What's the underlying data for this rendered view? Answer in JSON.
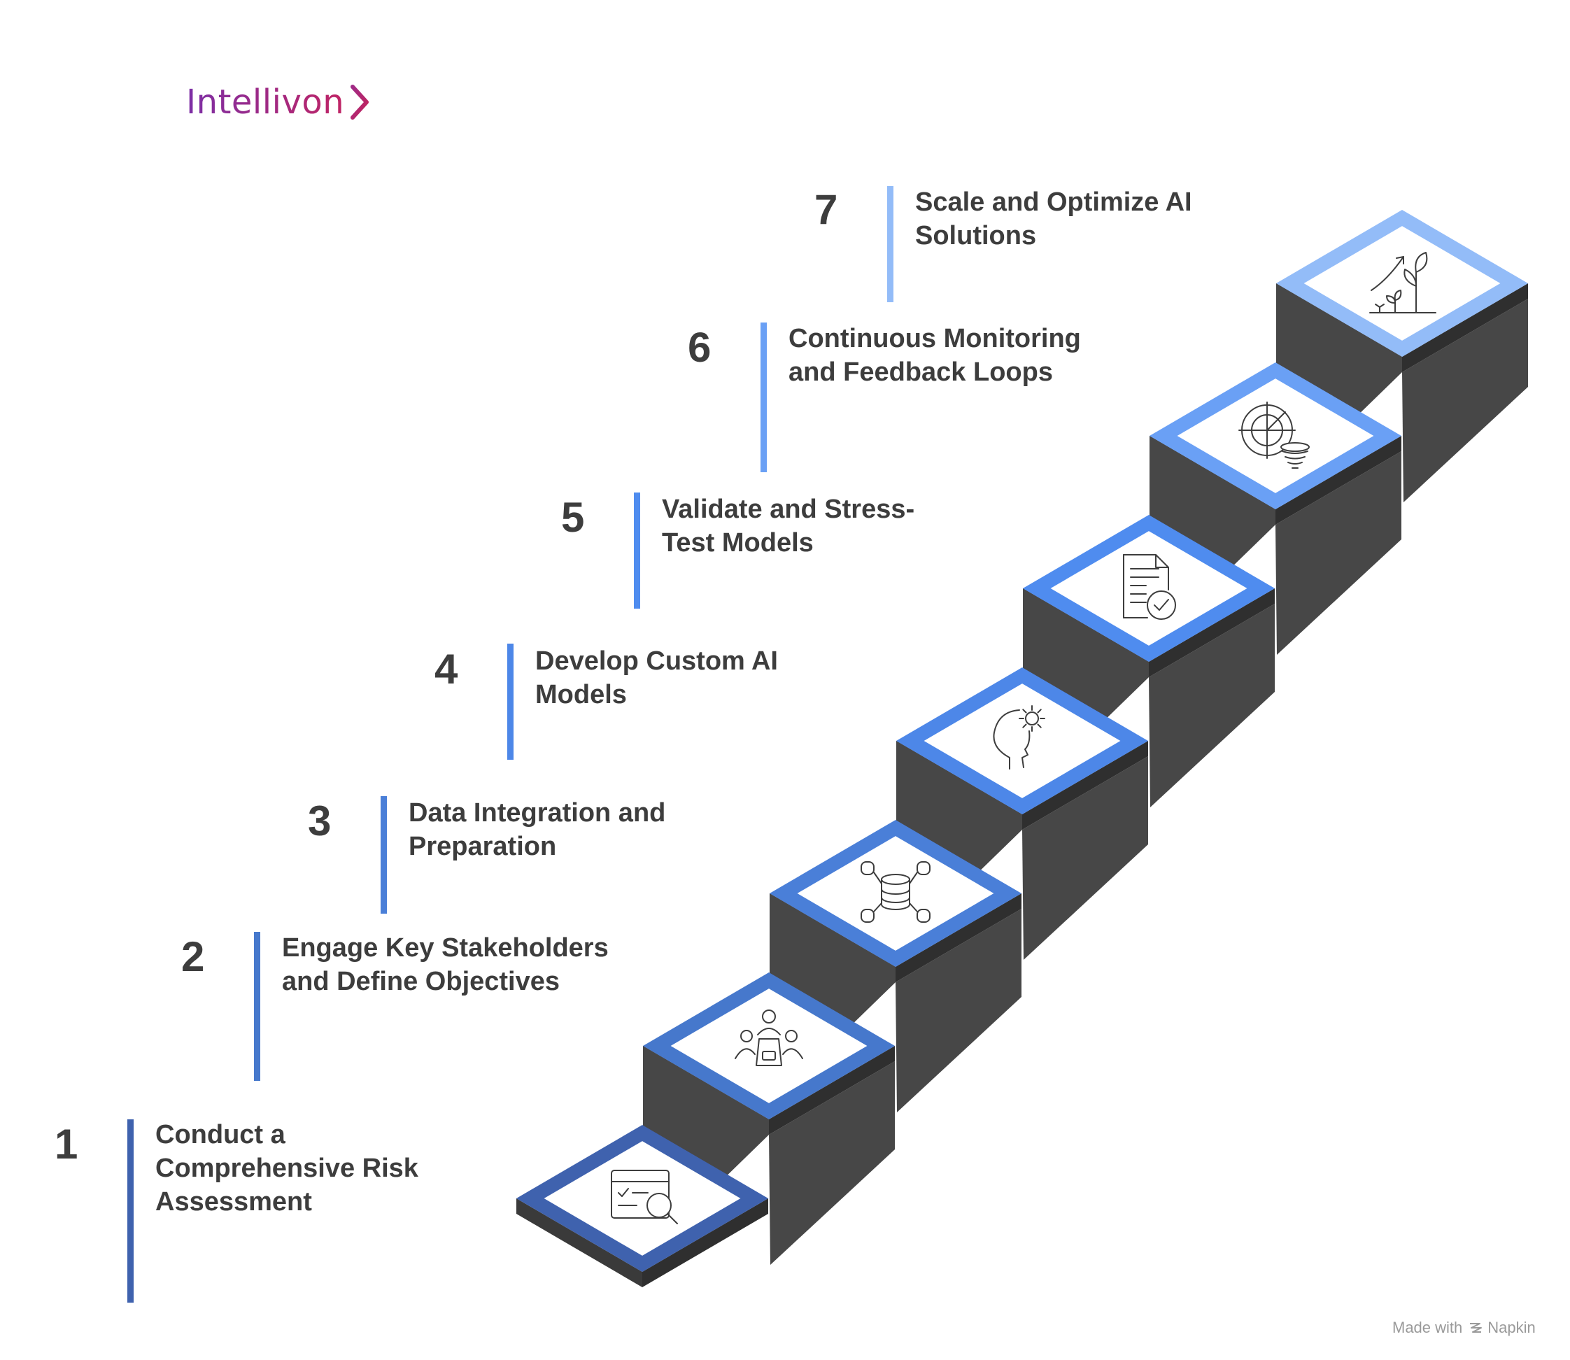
{
  "brand": {
    "name": "Intellivon"
  },
  "colors": {
    "text": "#3d3d3d",
    "stair_dark": "#474747",
    "footer": "#9a9a9a"
  },
  "steps": [
    {
      "number": "1",
      "label": "Conduct a\nComprehensive Risk\nAssessment",
      "color": "#3f62ae",
      "icon": "checklist-search-icon"
    },
    {
      "number": "2",
      "label": "Engage Key Stakeholders\nand Define Objectives",
      "color": "#4678cc",
      "icon": "meeting-table-icon"
    },
    {
      "number": "3",
      "label": "Data Integration and\nPreparation",
      "color": "#4a7fd8",
      "icon": "database-network-icon"
    },
    {
      "number": "4",
      "label": "Develop Custom AI\nModels",
      "color": "#4d87e8",
      "icon": "head-gear-icon"
    },
    {
      "number": "5",
      "label": "Validate and Stress-\nTest Models",
      "color": "#4f8cef",
      "icon": "document-check-icon"
    },
    {
      "number": "6",
      "label": "Continuous Monitoring\nand Feedback Loops",
      "color": "#6aa0f5",
      "icon": "radar-funnel-icon"
    },
    {
      "number": "7",
      "label": "Scale and Optimize AI\nSolutions",
      "color": "#93bcf8",
      "icon": "growth-plant-icon"
    }
  ],
  "footer": {
    "prefix": "Made with",
    "brand": "Napkin"
  }
}
